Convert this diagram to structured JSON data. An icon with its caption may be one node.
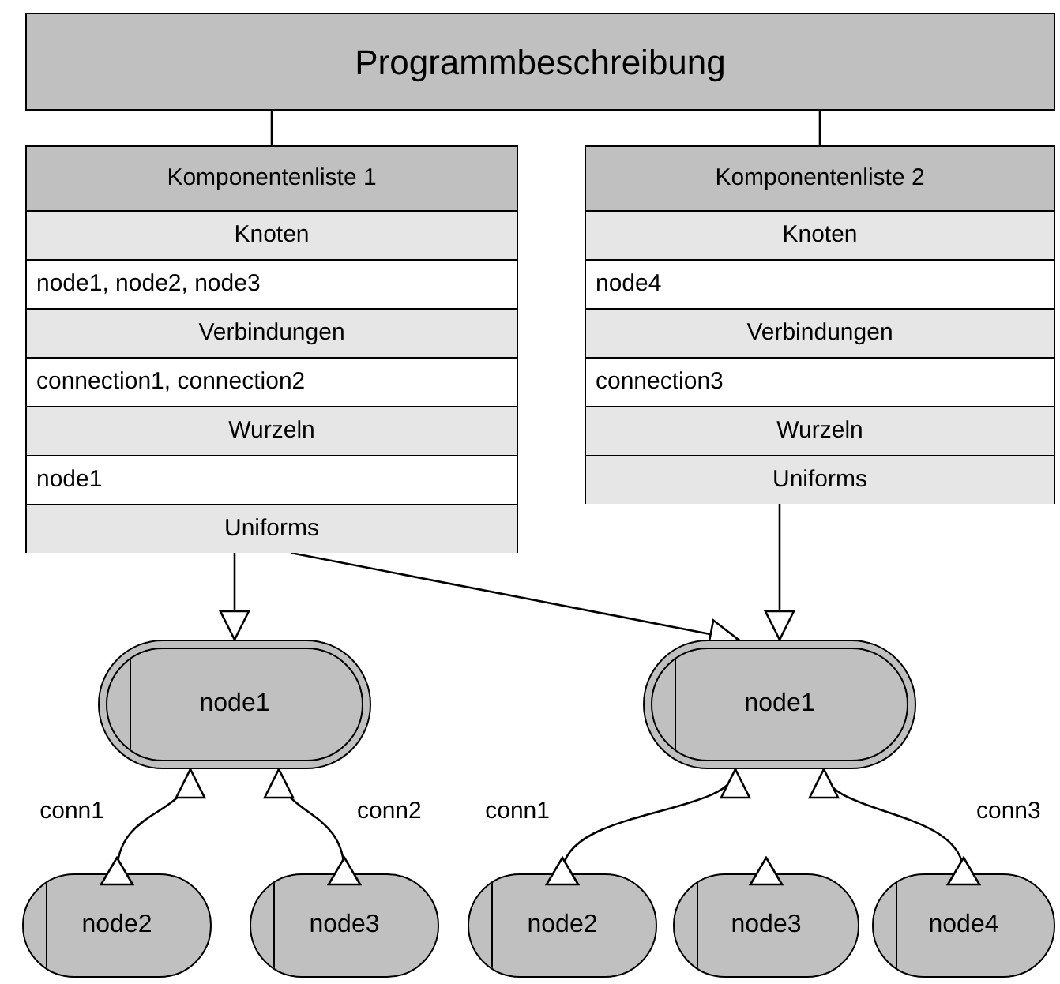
{
  "diagram": {
    "nodes": [
      {
        "text": [
          "Programmbeschreibung"
        ]
      },
      {
        "text": [
          "Komponentenliste 1"
        ]
      },
      {
        "text": [
          "Knoten"
        ],
        "in": 1
      },
      {
        "text": [
          "node1, node2, node3"
        ],
        "in": 1
      },
      {
        "text": [
          "Verbindungen"
        ],
        "in": 1
      },
      {
        "text": [
          "connection1, connection2"
        ],
        "in": 1
      },
      {
        "text": [
          "Wurzeln"
        ],
        "in": 1
      },
      {
        "text": [
          "node1"
        ],
        "in": 1
      },
      {
        "text": [
          "Uniforms"
        ],
        "in": 1
      },
      {
        "text": [
          "Komponentenliste 2"
        ]
      },
      {
        "text": [
          "Knoten"
        ],
        "in": 9
      },
      {
        "text": [
          "node4"
        ],
        "in": 9
      },
      {
        "text": [
          "Verbindungen"
        ],
        "in": 9
      },
      {
        "text": [
          "connection3"
        ],
        "in": 9
      },
      {
        "text": [
          "Wurzeln"
        ],
        "in": 9
      },
      {
        "text": [
          "Uniforms"
        ],
        "in": 9
      },
      {
        "text": [
          "node1"
        ]
      },
      {
        "text": [
          "node1"
        ]
      },
      {
        "text": [
          "node2"
        ]
      },
      {
        "text": [
          "node3"
        ]
      },
      {
        "text": [
          "node2"
        ]
      },
      {
        "text": [
          "node3"
        ]
      },
      {
        "text": [
          "node4"
        ]
      }
    ],
    "edges": [
      {
        "from": 0,
        "to": 1,
        "arrow": "none"
      },
      {
        "from": 0,
        "to": 9,
        "arrow": "none"
      },
      {
        "from": 8,
        "to": 16,
        "arrow": "to"
      },
      {
        "from": 8,
        "to": 17,
        "arrow": "to"
      },
      {
        "from": 15,
        "to": 17,
        "arrow": "to"
      },
      {
        "from": 18,
        "to": 16,
        "arrow": "to",
        "label": "conn1"
      },
      {
        "from": 19,
        "to": 16,
        "arrow": "to",
        "label": "conn2"
      },
      {
        "from": 20,
        "to": 17,
        "arrow": "to",
        "label": "conn1"
      },
      {
        "from": 22,
        "to": 17,
        "arrow": "to",
        "label": "conn3"
      }
    ]
  }
}
